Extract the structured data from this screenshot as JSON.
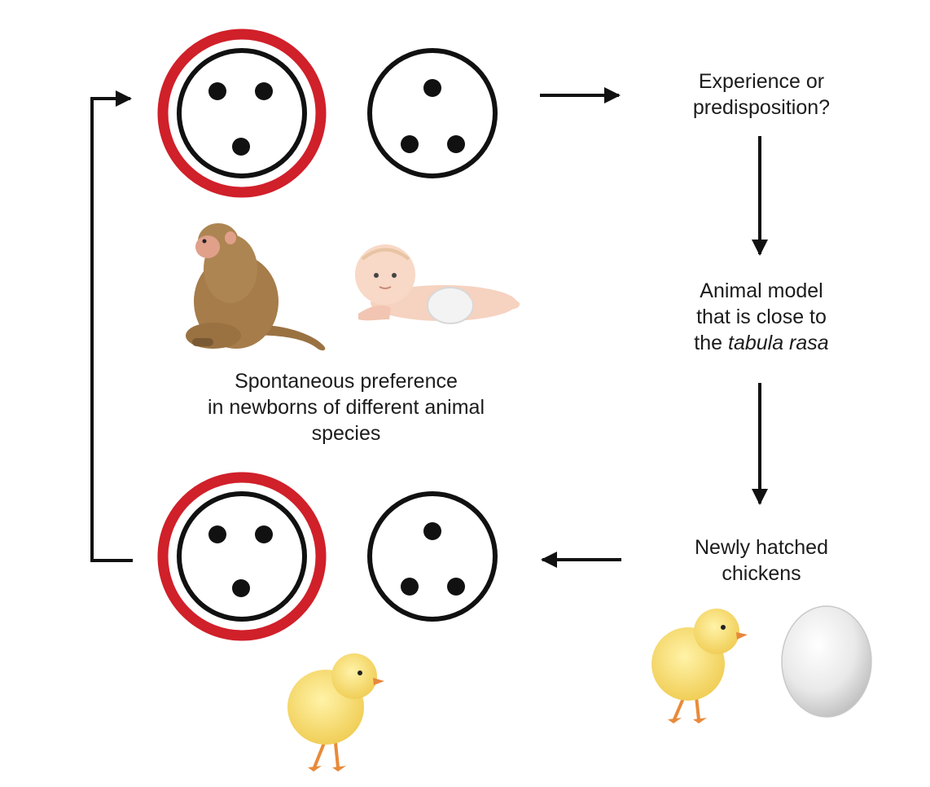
{
  "question": {
    "line1": "Experience or",
    "line2": "predisposition?"
  },
  "model": {
    "line1": "Animal model",
    "line2": "that is close to",
    "line3_prefix": "the ",
    "line3_italic": "tabula rasa"
  },
  "spontaneous": {
    "line1": "Spontaneous preference",
    "line2": "in newborns of different animal",
    "line3": "species"
  },
  "chicks": {
    "line1": "Newly hatched",
    "line2": "chickens"
  },
  "colors": {
    "highlight_ring": "#d0202a",
    "stroke": "#111111",
    "chick": "#f4d35e",
    "monkey": "#a67c4a",
    "baby": "#f6d2c0",
    "egg": "#ececec"
  },
  "icons": [
    "monkey-icon",
    "baby-icon",
    "chick-icon",
    "egg-icon"
  ]
}
